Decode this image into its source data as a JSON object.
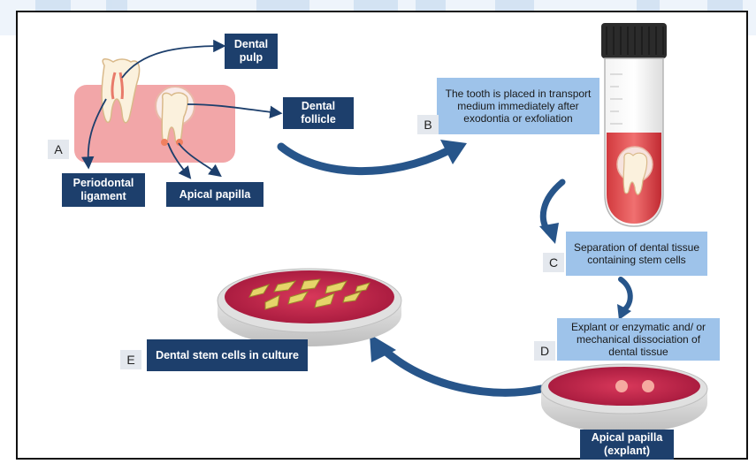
{
  "labels": {
    "dental_pulp": "Dental pulp",
    "dental_follicle": "Dental follicle",
    "periodontal_ligament": "Periodontal ligament",
    "apical_papilla": "Apical papilla",
    "step_b": "The tooth is placed in transport medium immediately after exodontia or exfoliation",
    "step_c": "Separation of dental tissue containing stem cells",
    "step_d": "Explant or enzymatic and/ or mechanical dissociation of dental tissue",
    "step_e": "Dental stem cells in culture",
    "explant": "Apical papilla (explant)"
  },
  "letters": {
    "a": "A",
    "b": "B",
    "c": "C",
    "d": "D",
    "e": "E"
  },
  "colors": {
    "dark_box": "#1d3f6c",
    "light_box": "#9ec3ea",
    "gum": "#f2a6a8",
    "medium": "#c81f2c",
    "arrow": "#27558a"
  }
}
